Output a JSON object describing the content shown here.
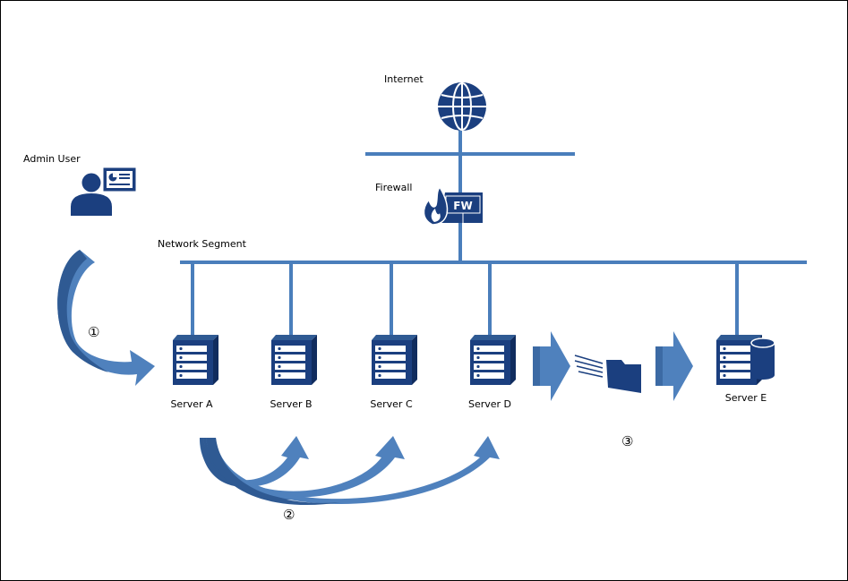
{
  "diagram": {
    "internet_label": "Internet",
    "firewall_label": "Firewall",
    "firewall_badge": "FW",
    "admin_label": "Admin User",
    "segment_label": "Network Segment",
    "servers": [
      {
        "label": "Server A"
      },
      {
        "label": "Server B"
      },
      {
        "label": "Server C"
      },
      {
        "label": "Server D"
      },
      {
        "label": "Server E"
      }
    ],
    "steps": [
      "①",
      "②",
      "③"
    ]
  },
  "colors": {
    "line": "#4a7ebb",
    "icon": "#1b3f7f",
    "arrow_fill": "#4f81bd",
    "arrow_dark": "#2f5a93",
    "background": "#ffffff"
  },
  "icons": [
    "globe-icon",
    "firewall-icon",
    "admin-user-icon",
    "server-icon",
    "database-icon",
    "folder-icon",
    "arrow-icon"
  ]
}
